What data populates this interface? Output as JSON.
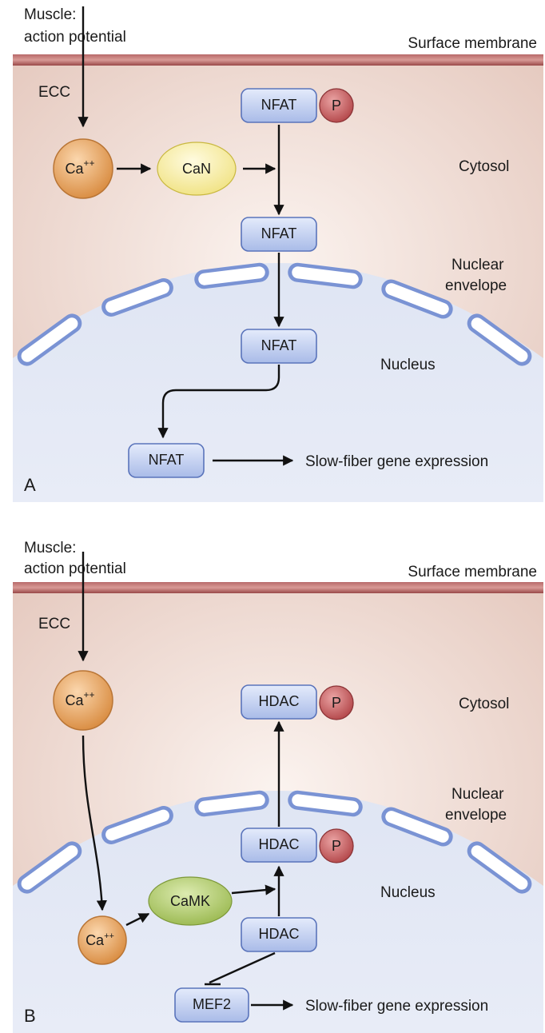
{
  "panels": [
    {
      "letter": "A",
      "top_label": [
        "Muscle:",
        "action potential"
      ],
      "membrane": "Surface membrane",
      "ecc": "ECC",
      "cytosol": "Cytosol",
      "nuclear_envelope": [
        "Nuclear",
        "envelope"
      ],
      "nucleus": "Nucleus",
      "ca": "Ca",
      "ca_sup": "++",
      "can": "CaN",
      "nfat_1": "NFAT",
      "p_1": "P",
      "nfat_2": "NFAT",
      "nfat_3": "NFAT",
      "nfat_4": "NFAT",
      "output": "Slow-fiber gene expression"
    },
    {
      "letter": "B",
      "top_label": [
        "Muscle:",
        "action potential"
      ],
      "membrane": "Surface membrane",
      "ecc": "ECC",
      "cytosol": "Cytosol",
      "nuclear_envelope": [
        "Nuclear",
        "envelope"
      ],
      "nucleus": "Nucleus",
      "ca_1": "Ca",
      "ca_2": "Ca",
      "ca_sup": "++",
      "camk": "CaMK",
      "hdac_1": "HDAC",
      "p_1": "P",
      "hdac_2": "HDAC",
      "p_2": "P",
      "hdac_3": "HDAC",
      "mef2": "MEF2",
      "output": "Slow-fiber gene expression"
    }
  ],
  "colors": {
    "membrane": "#a05050",
    "cytosol": "#f0ddd6",
    "nucleus": "#dfe6f4",
    "protein_box": "#c7d3f0",
    "phosphate": "#c25a5c",
    "calcium": "#e7a25d",
    "calcineurin": "#f5ea8c",
    "camk": "#a9c460"
  }
}
